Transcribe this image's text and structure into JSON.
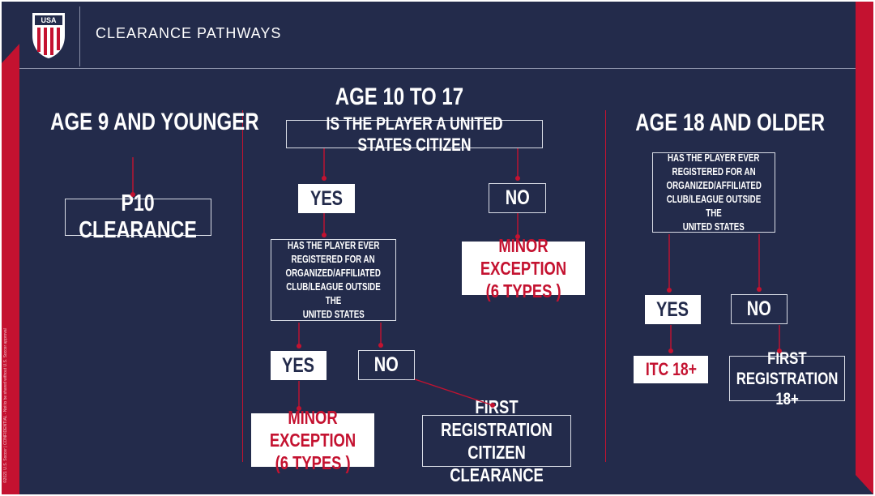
{
  "header": {
    "logo_text": "USA",
    "title": "CLEARANCE PATHWAYS"
  },
  "footer_note": "©2021 U.S. Soccer | CONFIDENTIAL - Not to be shared without U.S. Soccer approval",
  "colors": {
    "navy": "#232b4b",
    "red": "#c41230",
    "white": "#ffffff"
  },
  "left": {
    "heading": "AGE 9 AND YOUNGER",
    "result": "P10 CLEARANCE"
  },
  "middle": {
    "heading": "AGE 10 TO 17",
    "question": "IS THE PLAYER A UNITED STATES CITIZEN",
    "yes": "YES",
    "no": "NO",
    "sub_question_lines": [
      "HAS THE PLAYER EVER",
      "REGISTERED FOR AN",
      "ORGANIZED/AFFILIATED",
      "CLUB/LEAGUE OUTSIDE THE",
      "UNITED STATES"
    ],
    "sub_yes": "YES",
    "sub_no": "NO",
    "minor_exception_top": {
      "line1": "MINOR EXCEPTION",
      "line2": "(6 TYPES )"
    },
    "minor_exception_bottom": {
      "line1": "MINOR EXCEPTION",
      "line2": "(6 TYPES )"
    },
    "first_registration_citizen": {
      "line1": "FIRST REGISTRATION",
      "line2": "CITIZEN CLEARANCE"
    }
  },
  "right": {
    "heading": "AGE 18 AND OLDER",
    "question_lines": [
      "HAS THE PLAYER EVER",
      "REGISTERED FOR AN",
      "ORGANIZED/AFFILIATED",
      "CLUB/LEAGUE OUTSIDE THE",
      "UNITED STATES"
    ],
    "yes": "YES",
    "no": "NO",
    "itc": "ITC 18+",
    "first_registration": {
      "line1": "FIRST",
      "line2": "REGISTRATION 18+"
    }
  }
}
